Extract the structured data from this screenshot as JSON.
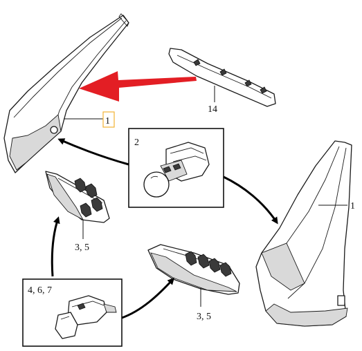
{
  "callouts": {
    "part_1_left": "1",
    "part_14": "14",
    "part_2": "2",
    "part_1_right": "1",
    "parts_3_5_left": "3, 5",
    "parts_3_5_right": "3, 5",
    "parts_4_6_7": "4, 6, 7"
  },
  "colors": {
    "highlight_arrow": "#e31e24",
    "highlight_box": "#f2b233",
    "line": "#1a1a1a"
  },
  "icons": {
    "highlight_arrow": "red-arrow-icon",
    "flow_arrows": "black-curved-arrow-icon"
  }
}
